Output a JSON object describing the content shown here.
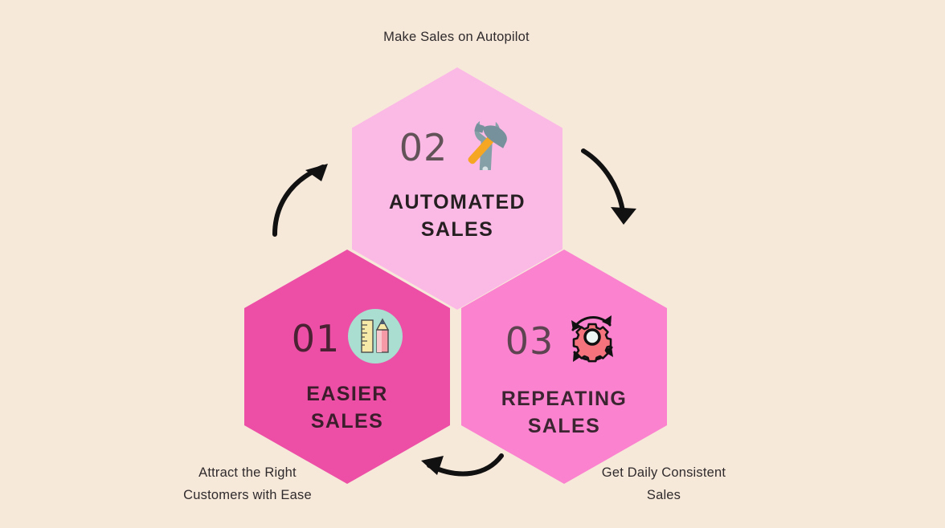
{
  "background_color": "#f7e9da",
  "captions": {
    "top": "Make Sales on Autopilot",
    "bottom_left": "Attract the Right\nCustomers with Ease",
    "bottom_right": "Get Daily Consistent\nSales"
  },
  "steps": [
    {
      "number": "01",
      "title": "EASIER\nSALES",
      "icon": "ruler-pencil-icon",
      "fill_color": "#ec4fa5",
      "number_color": "#4a2233",
      "title_color": "#3b1d2b"
    },
    {
      "number": "02",
      "title": "AUTOMATED\nSALES",
      "icon": "hammer-wrench-icon",
      "fill_color": "#fbb9e5",
      "number_color": "#625358",
      "title_color": "#261f22"
    },
    {
      "number": "03",
      "title": "REPEATING\nSALES",
      "icon": "gear-cycle-icon",
      "fill_color": "#fa82ce",
      "number_color": "#5d4450",
      "title_color": "#3a2530"
    }
  ],
  "arrows": [
    {
      "name": "arrow-left-up",
      "direction": "up-right",
      "color": "#000000"
    },
    {
      "name": "arrow-right-down",
      "direction": "down",
      "color": "#000000"
    },
    {
      "name": "arrow-bottom-left",
      "direction": "up-left",
      "color": "#000000"
    }
  ]
}
